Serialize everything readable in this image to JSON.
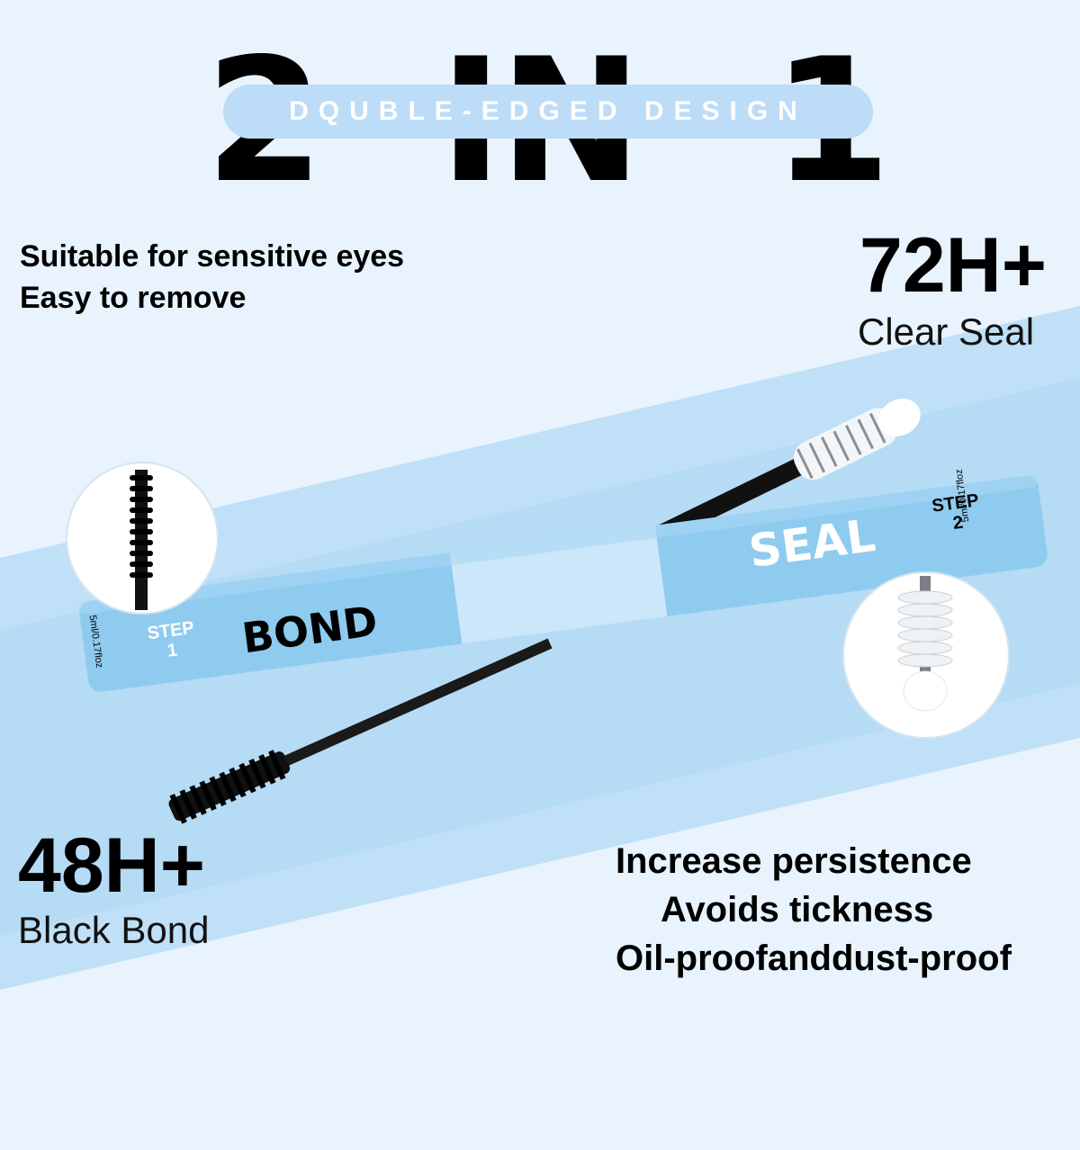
{
  "headline": {
    "digit_left": "2",
    "word_mid": "IN",
    "digit_right": "1",
    "banner": "DQUBLE-EDGED DESIGN"
  },
  "features_top_left": [
    "Suitable for sensitive eyes",
    "Easy to remove"
  ],
  "stat_seal": {
    "value": "72H+",
    "label": "Clear Seal"
  },
  "stat_bond": {
    "value": "48H+",
    "label": "Black Bond"
  },
  "features_bottom_right": [
    "Increase persistence",
    "Avoids tickness",
    "Oil-proofanddust-proof"
  ],
  "product": {
    "bond_label": "BOND",
    "bond_step": "STEP",
    "bond_step_number": "1",
    "seal_label": "SEAL",
    "seal_step": "STEP",
    "seal_step_number": "2",
    "volume": "5ml/0.17floz"
  },
  "colors": {
    "background": "#e8f3fd",
    "band": "#b5d9f4",
    "tube": "#8fcbef",
    "banner": "#bcdcf7",
    "text": "#000000"
  }
}
